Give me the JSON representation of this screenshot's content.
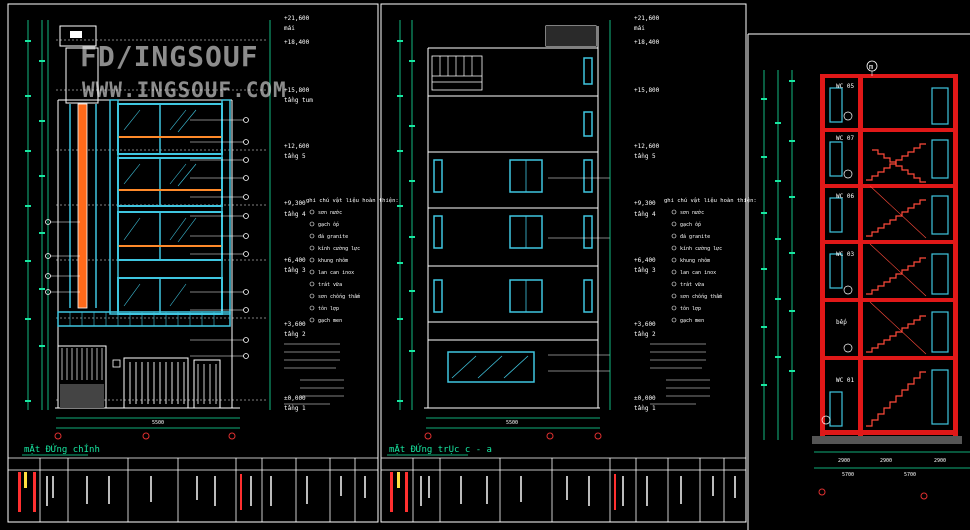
{
  "watermark": {
    "line1": "FD/INGSOUF",
    "line2": "WWW.INGSOUF.COM"
  },
  "colors": {
    "background": "#000000",
    "frame": "#ffffff",
    "dimension": "#17e6a0",
    "window_frame": "#3fc6e0",
    "mullion": "#ff8a2a",
    "column": "#e01818",
    "stair": "#ff4a3a",
    "label_text": "#ffffff",
    "red_text": "#ff3030",
    "yellow_text": "#ffe040"
  },
  "sheets": [
    {
      "id": "front",
      "title": "mẶt ĐỨng chÍnh"
    },
    {
      "id": "side",
      "title": "mẶt ĐỨng trỤc c - a"
    },
    {
      "id": "section"
    }
  ],
  "levels": [
    {
      "elev": "+21,600",
      "name": "mái"
    },
    {
      "elev": "+18,400",
      "name": ""
    },
    {
      "elev": "+15,800",
      "name": "tầng tum"
    },
    {
      "elev": "+12,600",
      "name": "tầng 5"
    },
    {
      "elev": "+9,300",
      "name": "tầng 4"
    },
    {
      "elev": "+6,400",
      "name": "tầng 3"
    },
    {
      "elev": "+3,600",
      "name": "tầng 2"
    },
    {
      "elev": "±0,000",
      "name": "tầng 1"
    }
  ],
  "notes_heading": "ghi chú vật liệu hoàn thiện:",
  "material_notes": [
    "sơn nước",
    "gạch ốp",
    "đá granite",
    "kính cường lực",
    "khung nhôm",
    "lan can inox",
    "trát vữa",
    "sơn chống thấm",
    "tôn lợp",
    "gạch men"
  ],
  "section_rooms": [
    "WC 05",
    "WC 07",
    "WC 06",
    "WC 03",
    "bếp",
    "WC 01"
  ],
  "section_axes": [
    "m"
  ]
}
